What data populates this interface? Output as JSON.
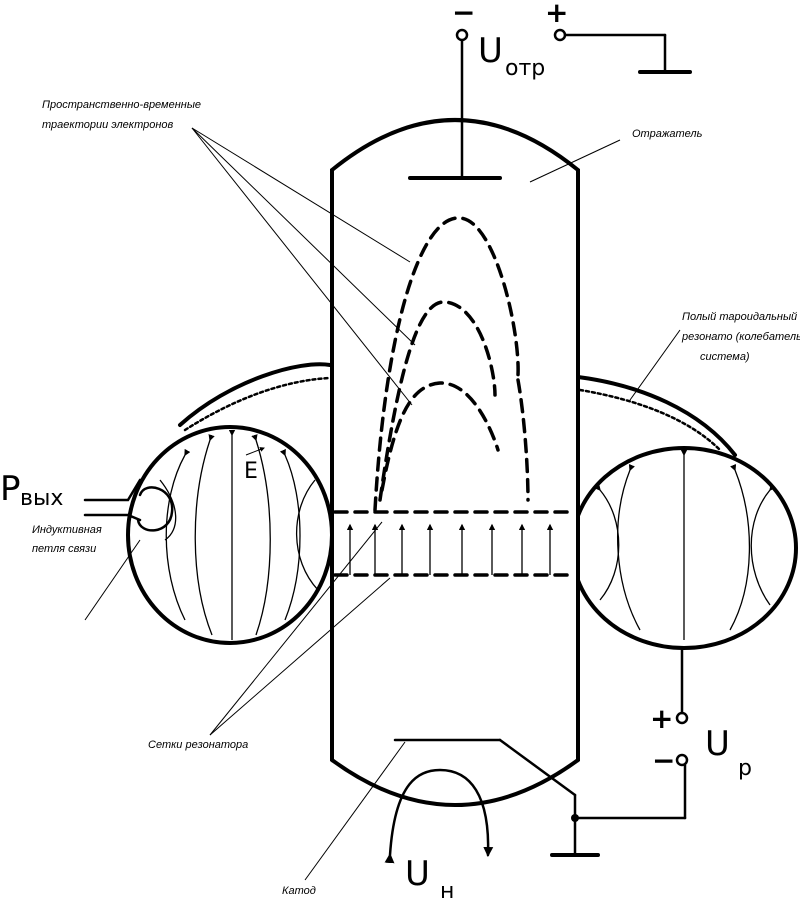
{
  "labels": {
    "trajectories_line1": "Пространственно-временные",
    "trajectories_line2": "траектории электронов",
    "reflector": "Отражатель",
    "resonator_line1": "Полый тароидальный",
    "resonator_line2": "резонато (колебательная",
    "resonator_line3": "система)",
    "coupling_line1": "Индуктивная",
    "coupling_line2": "петля связи",
    "grids": "Сетки резонатора",
    "cathode": "Катод"
  },
  "symbols": {
    "u_reflector_main": "U",
    "u_reflector_sub": "отр",
    "u_resonator_main": "U",
    "u_resonator_sub": "р",
    "u_heater_main": "U",
    "u_heater_sub": "н",
    "p_out_main": "P",
    "p_out_sub": "вых",
    "field_vector": "E",
    "plus": "+",
    "minus": "−"
  }
}
